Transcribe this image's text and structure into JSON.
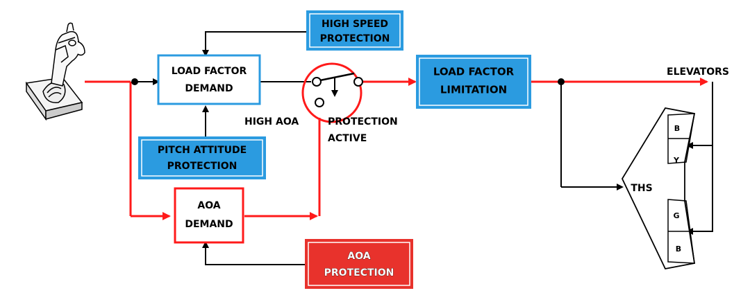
{
  "blocks": {
    "high_speed": [
      "HIGH SPEED",
      "PROTECTION"
    ],
    "load_factor_demand": [
      "LOAD FACTOR",
      "DEMAND"
    ],
    "pitch_attitude": [
      "PITCH ATTITUDE",
      "PROTECTION"
    ],
    "aoa_demand": [
      "AOA",
      "DEMAND"
    ],
    "aoa_protection": [
      "AOA",
      "PROTECTION"
    ],
    "load_factor_limitation": [
      "LOAD FACTOR",
      "LIMITATION"
    ]
  },
  "switch_labels": {
    "high_aoa": "HIGH AOA",
    "protection_active": [
      "PROTECTION",
      "ACTIVE"
    ]
  },
  "outputs": {
    "elevators": "ELEVATORS",
    "ths": "THS"
  },
  "ths_segments": {
    "upper": [
      "B",
      "Y"
    ],
    "lower": [
      "G",
      "B"
    ]
  },
  "colors": {
    "protection_blue": "#2b9be0",
    "blue_border": "#2b9be0",
    "red": "#ff1a1a",
    "aoa_protection_fill": "#e8322c",
    "line": "#000000"
  }
}
